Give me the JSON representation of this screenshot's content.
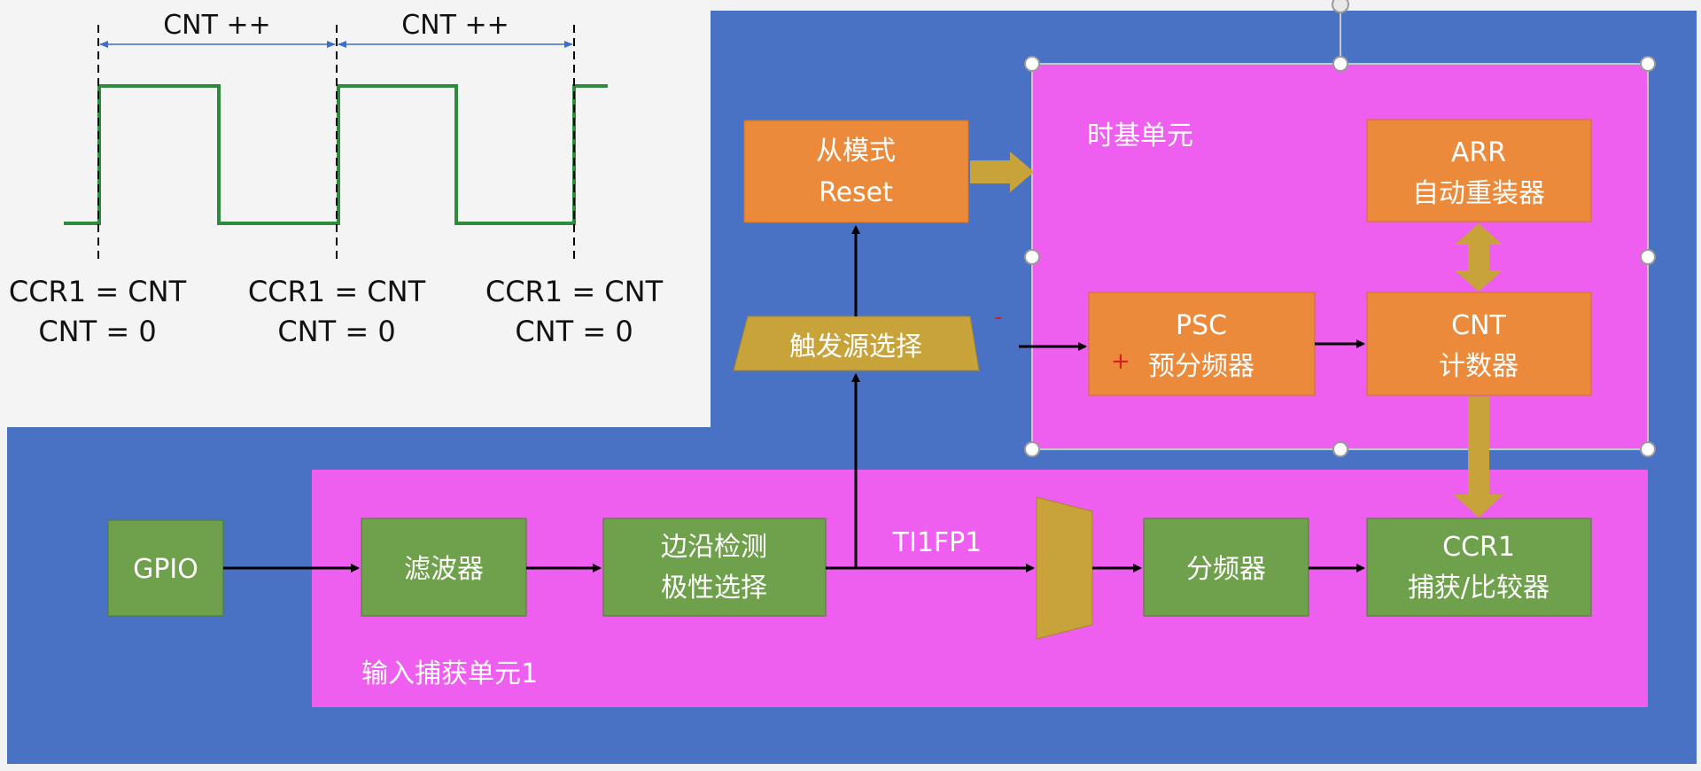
{
  "timing": {
    "interval_labels": [
      "CNT ++",
      "CNT ++"
    ],
    "edge_notes": [
      {
        "line1": "CCR1 = CNT",
        "line2": "CNT = 0"
      },
      {
        "line1": "CCR1 = CNT",
        "line2": "CNT = 0"
      },
      {
        "line1": "CCR1 = CNT",
        "line2": "CNT = 0"
      }
    ]
  },
  "blocks": {
    "slave_mode": {
      "line1": "从模式",
      "line2": "Reset"
    },
    "trigger_select": {
      "label": "触发源选择"
    },
    "timebase_title": "时基单元",
    "arr": {
      "line1": "ARR",
      "line2": "自动重装器"
    },
    "psc": {
      "line1": "PSC",
      "line2": "预分频器"
    },
    "cnt": {
      "line1": "CNT",
      "line2": "计数器"
    },
    "gpio": {
      "label": "GPIO"
    },
    "filter": {
      "label": "滤波器"
    },
    "edge_detect": {
      "line1": "边沿检测",
      "line2": "极性选择"
    },
    "signal_label": "TI1FP1",
    "divider": {
      "label": "分频器"
    },
    "ccr1": {
      "line1": "CCR1",
      "line2": "捕获/比较器"
    },
    "input_capture_title": "输入捕获单元1"
  },
  "colors": {
    "outer_blue": "#4a72c4",
    "magenta": "#ee5ff0",
    "orange": "#ec8a3c",
    "green": "#6fa04b",
    "gold": "#c7a33a",
    "waveform": "#2e8b3e",
    "arrow_blue": "#3b6fc9"
  }
}
